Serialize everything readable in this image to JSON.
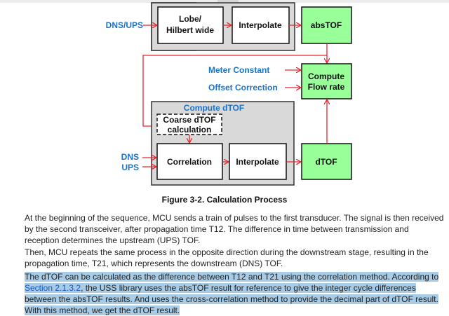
{
  "figure": {
    "caption": "Figure 3-2. Calculation Process",
    "abs_group": {
      "input_label": "DNS/UPS",
      "blocks": [
        "Lobe/",
        "Hilbert wide",
        "Interpolate"
      ],
      "output": "absTOF"
    },
    "flow": {
      "inputs": [
        "Meter Constant",
        "Offset Correction"
      ],
      "block_line1": "Compute",
      "block_line2": "Flow rate"
    },
    "dtof_group": {
      "title": "Compute dTOF",
      "coarse_line1": "Coarse dTOF",
      "coarse_line2": "calculation",
      "inputs": [
        "DNS",
        "UPS"
      ],
      "blocks": [
        "Correlation",
        "Interpolate"
      ],
      "output": "dTOF"
    }
  },
  "paragraphs": {
    "p1": "At the beginning of the sequence, MCU sends a train of pulses to the first transducer. The signal is then received by the second transceiver, after propagation time T12. The difference in time between transmission and reception determines the upstream (UPS) TOF.",
    "p2": "Then, MCU repeats the same process in the opposite direction during the downstream stage, resulting in the propagation time, T21, which represents the downstream (DNS) TOF.",
    "p3_before": "The dTOF can be calculated as the difference between T12 and T21 using the correlation method. According to ",
    "p3_link": "Section 2.1.3.2",
    "p3_after": ", the USS library uses the absTOF result for reference to give the integer cycle differences between the absTOF results. And uses the cross-correlation method to provide the decimal part of dTOF result. With this method, we get the dTOF result."
  },
  "colors": {
    "arrow": "#e8262c",
    "label_blue": "#1a73c8",
    "output_green": "#99ff99",
    "group_gray": "#d9d9d9",
    "highlight": "#a8cbe6",
    "link": "#1155cc"
  }
}
